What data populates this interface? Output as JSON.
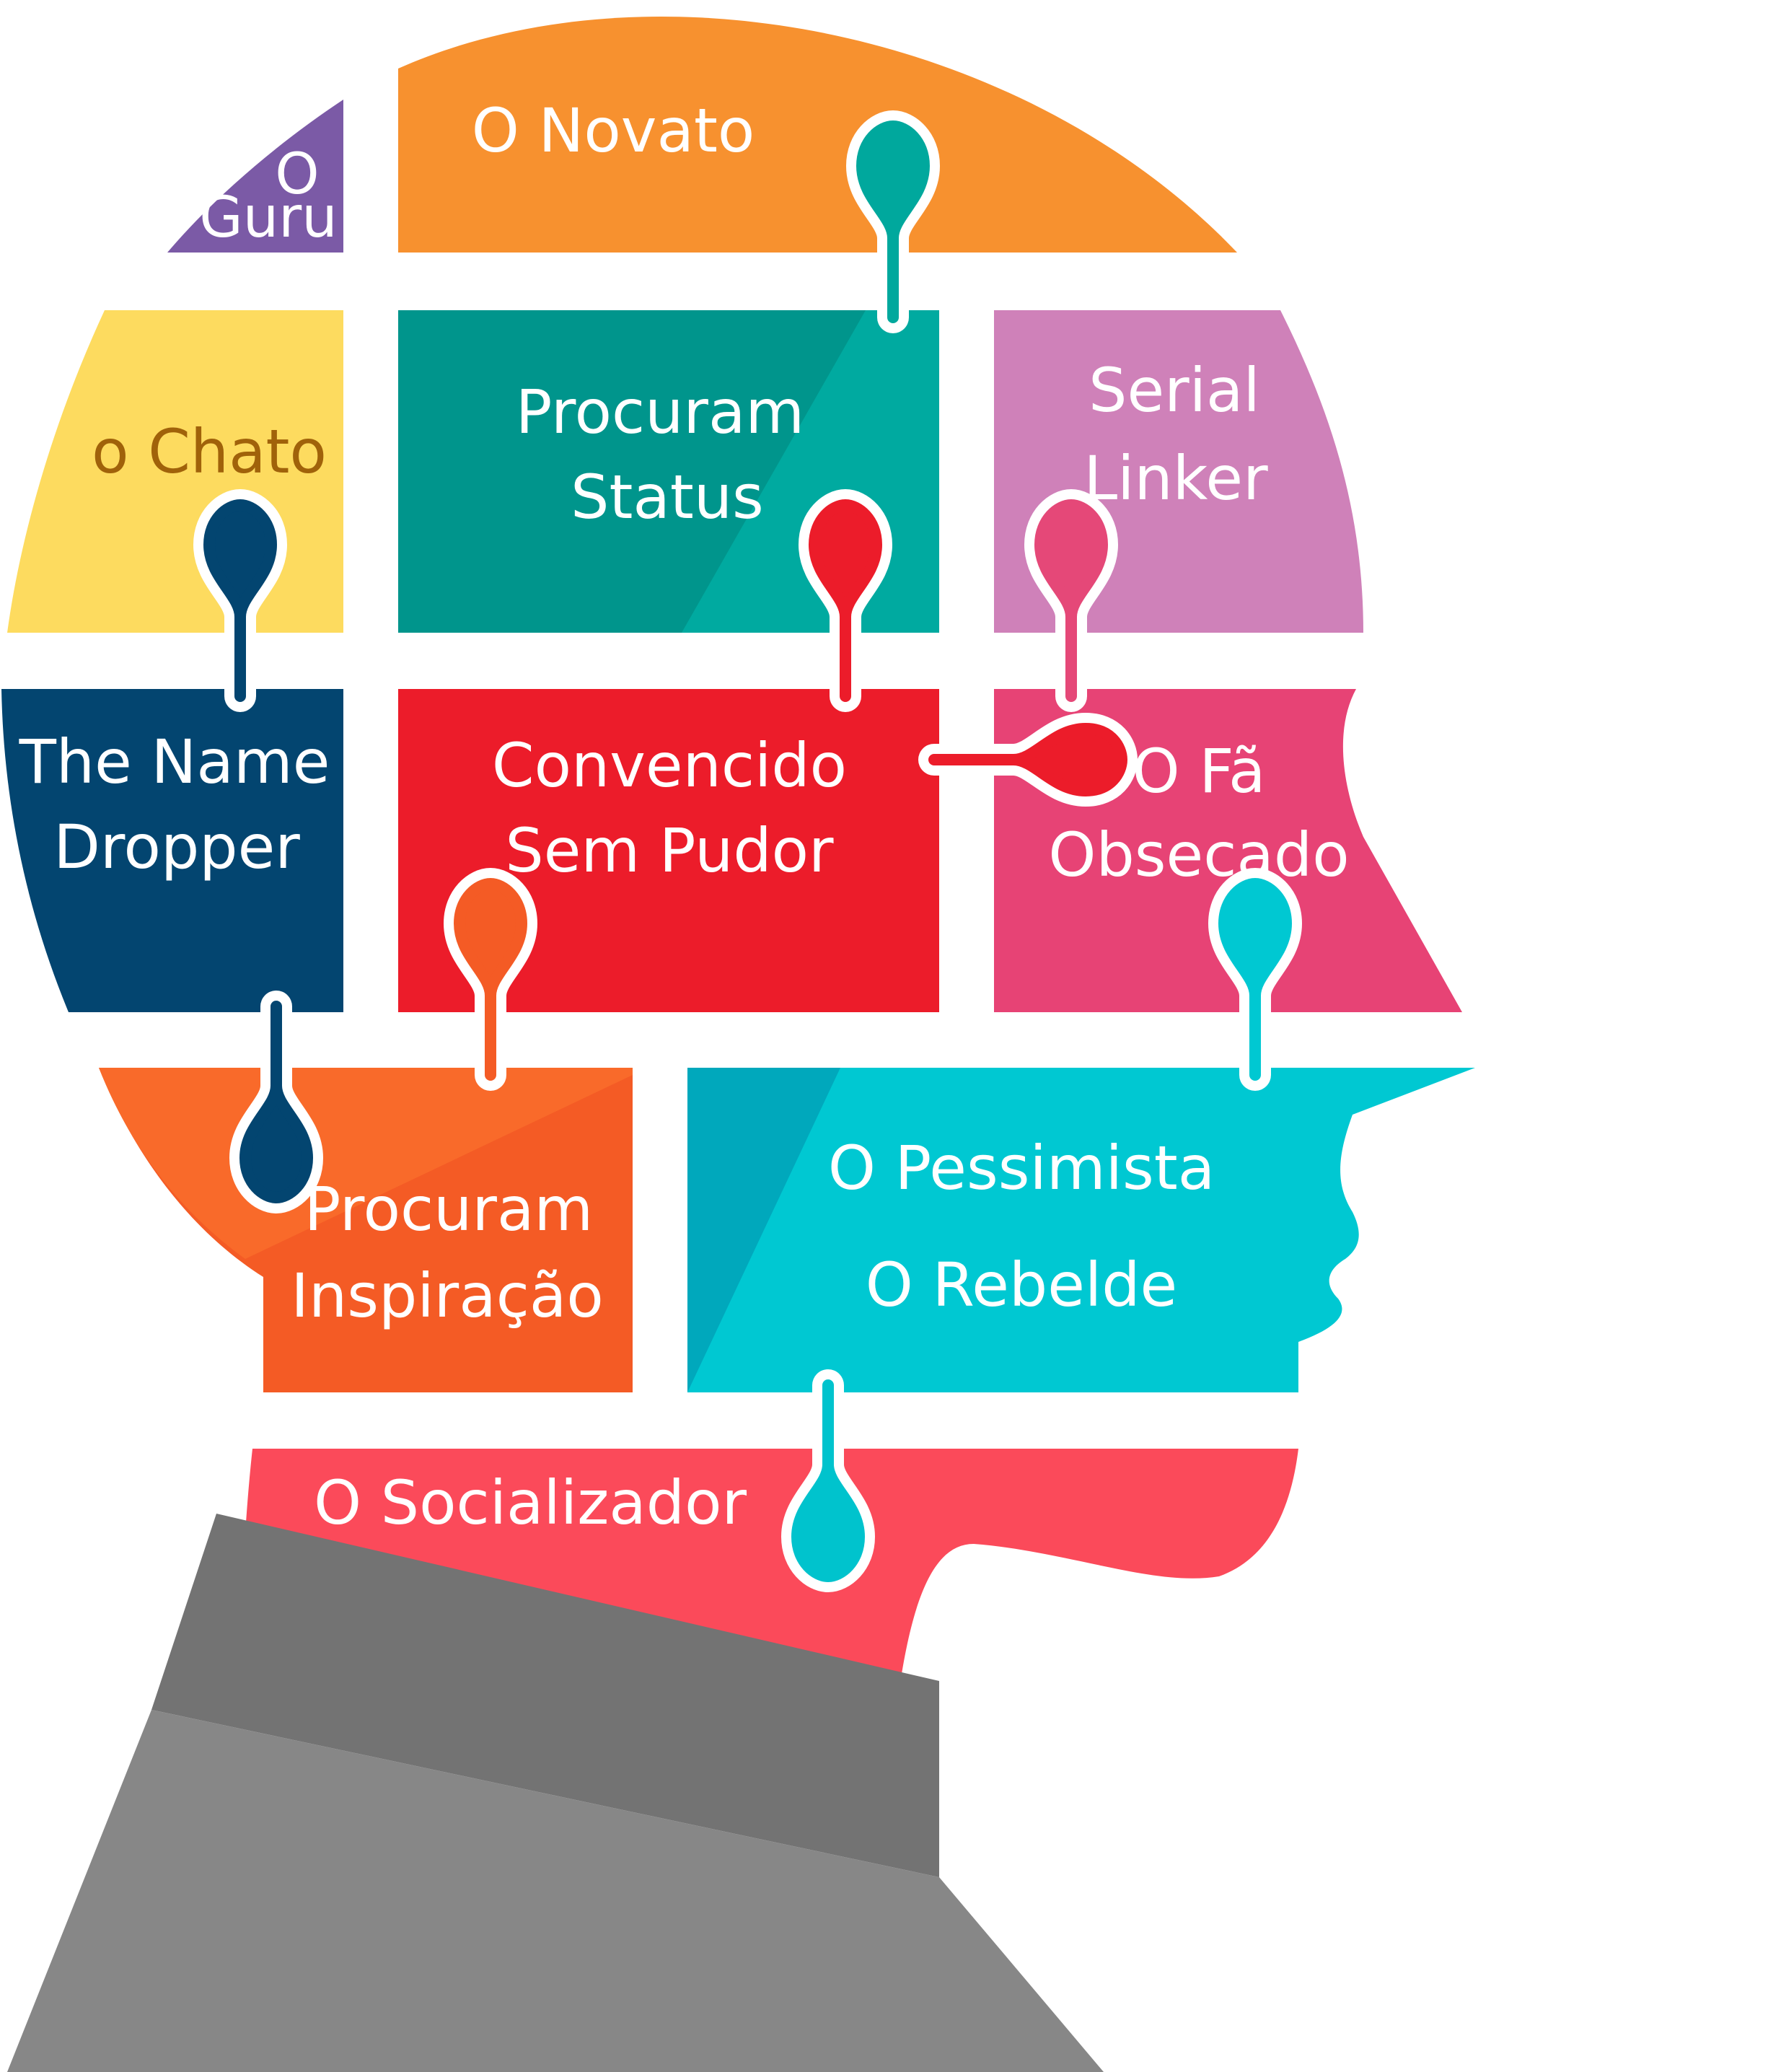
{
  "diagram": {
    "pieces": [
      {
        "id": "guru",
        "lines": [
          "O",
          "Guru"
        ],
        "color": "#7b5aa6"
      },
      {
        "id": "novato",
        "lines": [
          "O Novato"
        ],
        "color": "#f7912f"
      },
      {
        "id": "chato",
        "lines": [
          "o Chato"
        ],
        "color": "#fddb5f"
      },
      {
        "id": "procuram-status",
        "lines": [
          "Procuram",
          "Status"
        ],
        "color": "#00958c"
      },
      {
        "id": "serial-linker",
        "lines": [
          "Serial",
          "Linker"
        ],
        "color": "#cf81b9"
      },
      {
        "id": "name-dropper",
        "lines": [
          "The Name",
          "Dropper"
        ],
        "color": "#034570"
      },
      {
        "id": "convencido",
        "lines": [
          "Convencido",
          "Sem Pudor"
        ],
        "color": "#ec1c2a"
      },
      {
        "id": "fa-obsecado",
        "lines": [
          "O Fã",
          "Obsecado"
        ],
        "color": "#e74375"
      },
      {
        "id": "procuram-inspiracao",
        "lines": [
          "Procuram",
          "Inspiração"
        ],
        "color": "#f45b25"
      },
      {
        "id": "pessimista-rebelde",
        "lines": [
          "O Pessimista",
          "O Rebelde"
        ],
        "color": "#00c8d2"
      },
      {
        "id": "socializador",
        "lines": [
          "O Socializador"
        ],
        "color": "#fb4a5a"
      }
    ],
    "body_colors": {
      "shoulder_dark": "#737373",
      "shoulder_light": "#878787"
    },
    "text_colors": {
      "default": "#ffffff",
      "chato": "#a0620a"
    }
  }
}
